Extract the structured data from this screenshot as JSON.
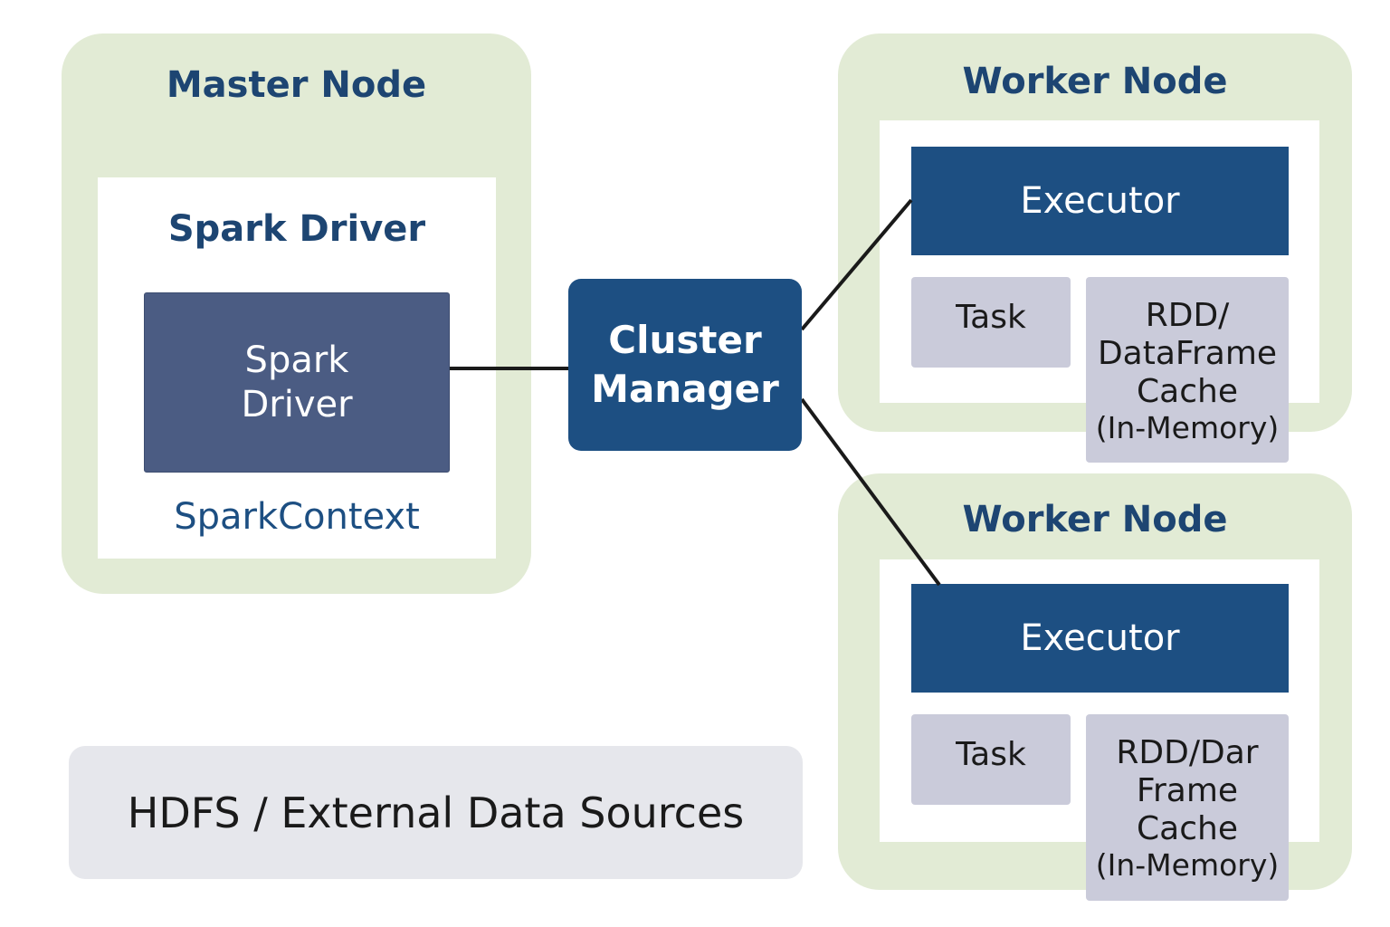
{
  "master_node": {
    "title": "Master Node",
    "driver_section_title": "Spark Driver",
    "driver_box_label": "Spark\nDriver",
    "context_label": "SparkContext"
  },
  "cluster_manager": {
    "label": "Cluster\nManager"
  },
  "worker_nodes": [
    {
      "title": "Worker Node",
      "executor_label": "Executor",
      "task_label": "Task",
      "cache_label": "RDD/\nDataFrame\nCache",
      "cache_sub": "(In-Memory)"
    },
    {
      "title": "Worker Node",
      "executor_label": "Executor",
      "task_label": "Task",
      "cache_label": "RDD/Dar\nFrame\nCache",
      "cache_sub": "(In-Memory)"
    }
  ],
  "data_sources": {
    "label": "HDFS / External Data Sources"
  },
  "colors": {
    "node_background": "#e2ebd5",
    "primary_blue": "#1d4f82",
    "driver_slate": "#4b5c83",
    "task_gray": "#cacbda",
    "storage_gray": "#e6e7ec",
    "title_text": "#1d4572"
  }
}
